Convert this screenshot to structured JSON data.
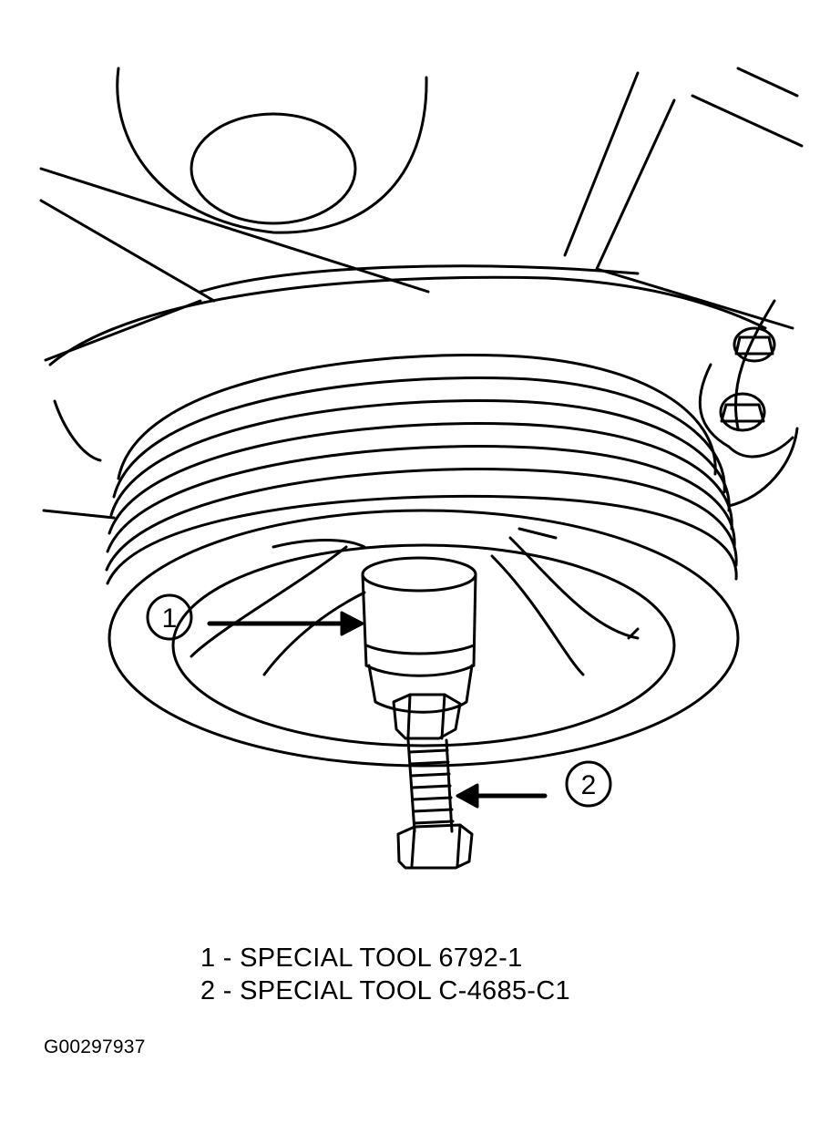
{
  "callouts": [
    {
      "number": "1"
    },
    {
      "number": "2"
    }
  ],
  "legend": [
    {
      "number": "1",
      "separator": "-",
      "text": "SPECIAL TOOL 6792-1"
    },
    {
      "number": "2",
      "separator": "-",
      "text": "SPECIAL TOOL C-4685-C1"
    }
  ],
  "figure_id": "G00297937",
  "colors": {
    "line": "#000000",
    "background": "#ffffff"
  }
}
